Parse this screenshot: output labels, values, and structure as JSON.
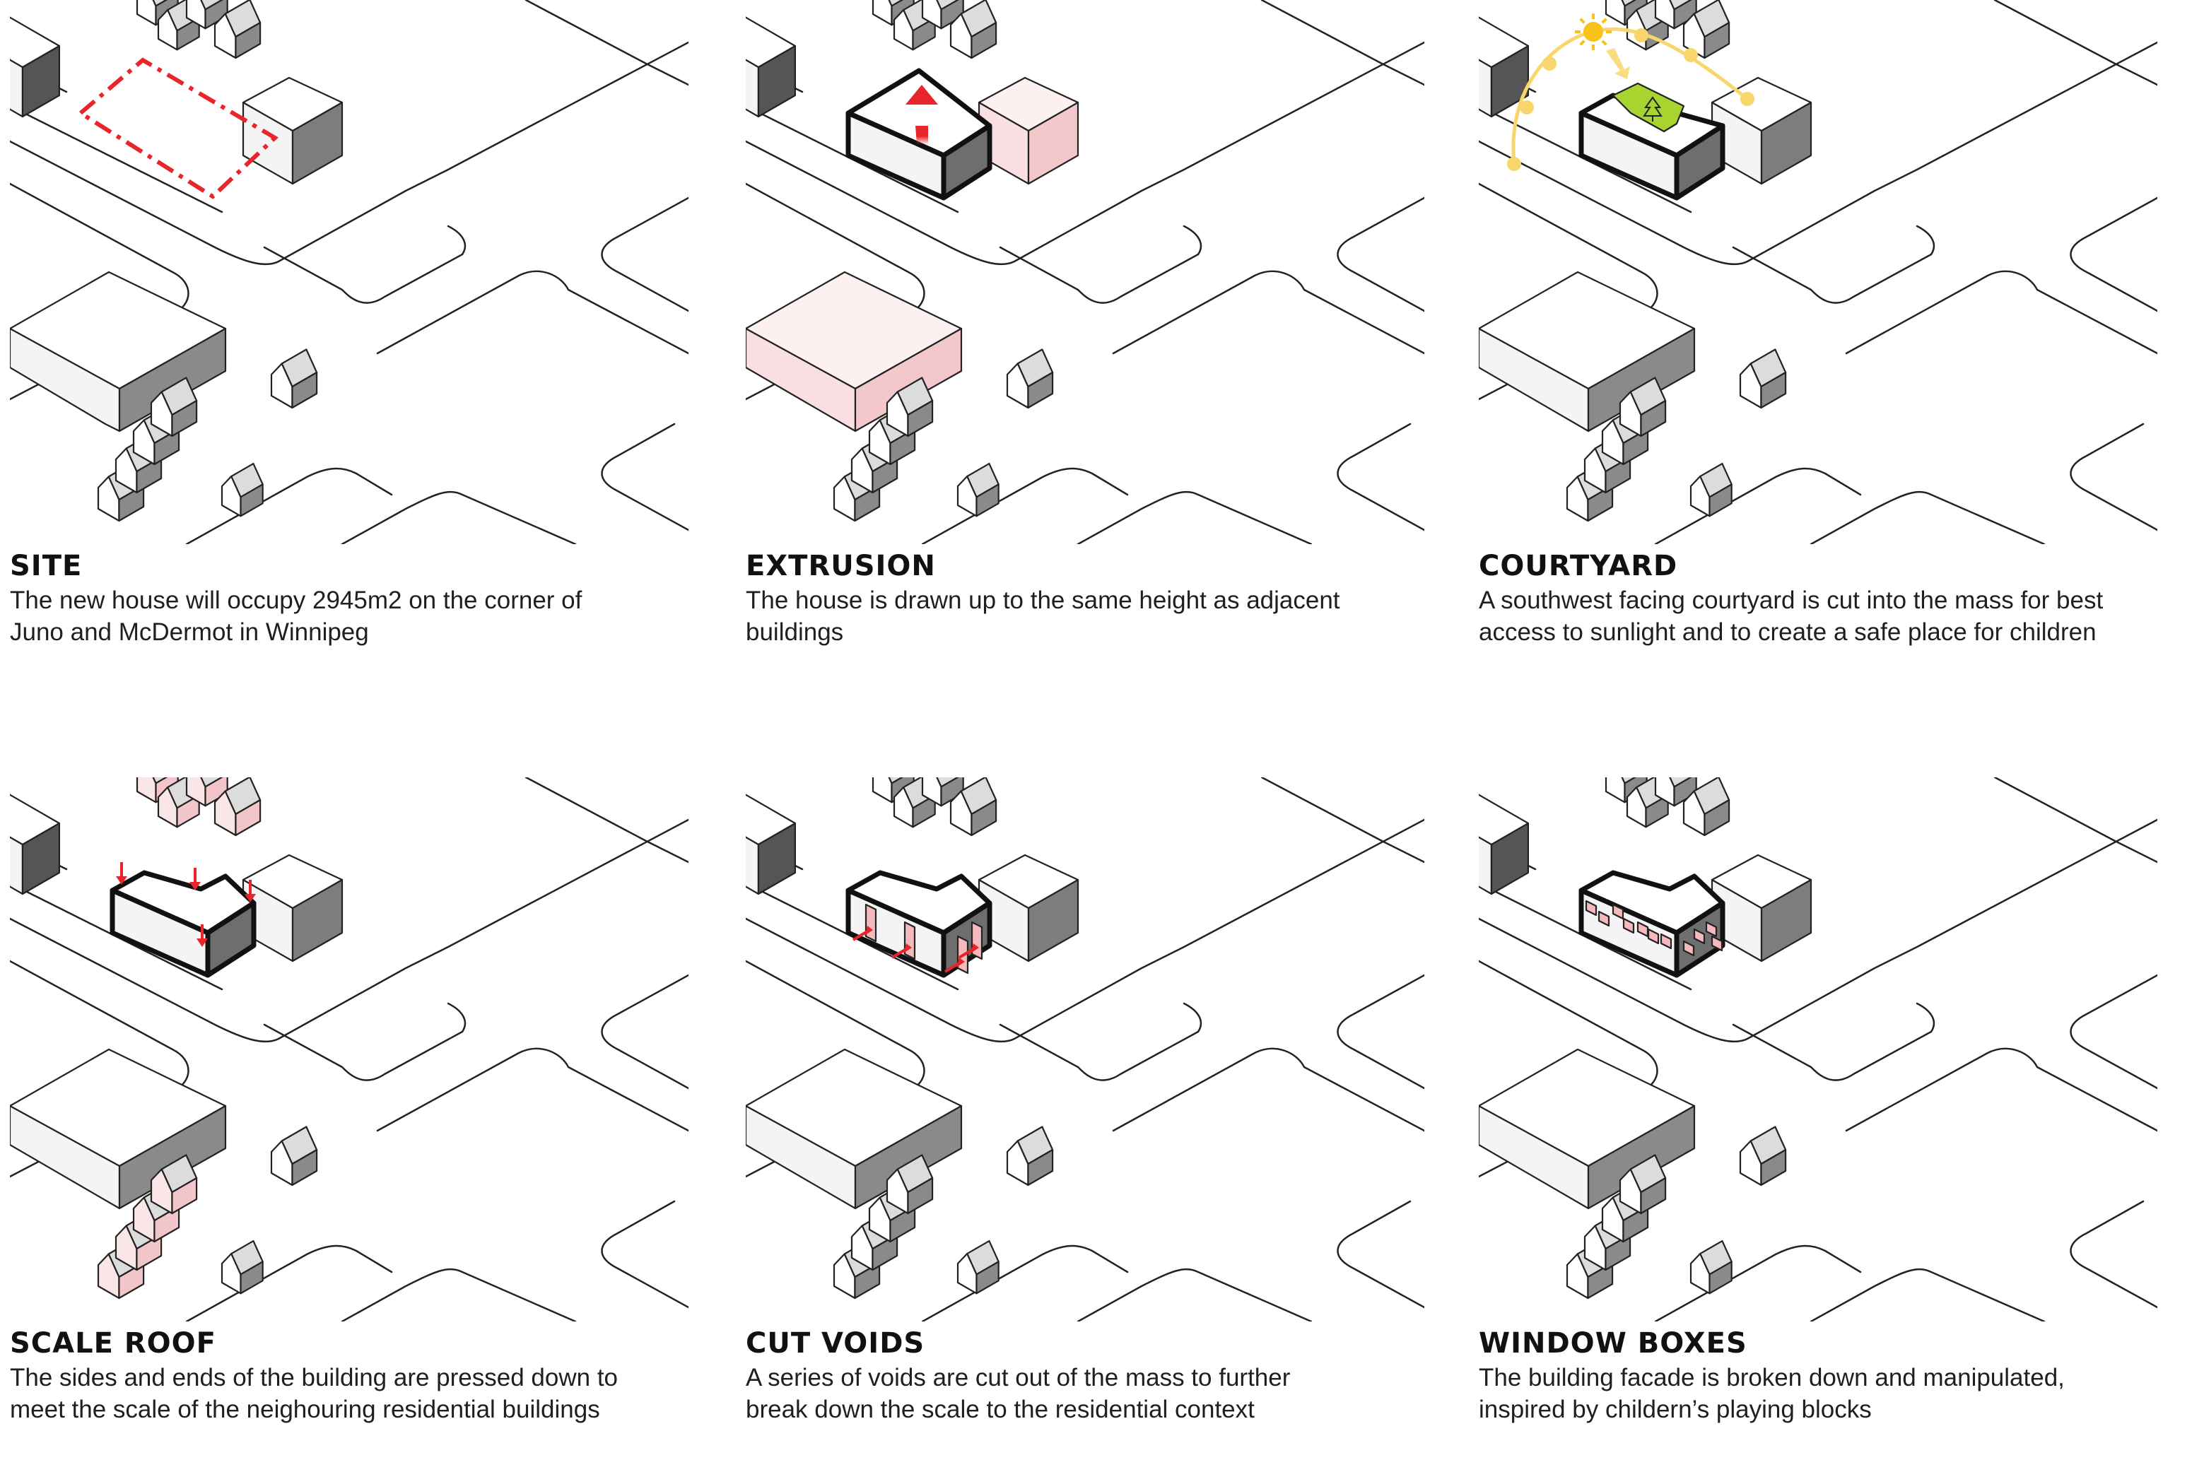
{
  "colors": {
    "outline": "#222222",
    "highlight_red": "#e8252a",
    "pink_face": "#f9dfe1",
    "courtyard_green": "#a8d430",
    "sun_yellow": "#f7c21a",
    "sun_path": "#f9d66b"
  },
  "panels": [
    {
      "id": "site",
      "title": "SITE",
      "lines": [
        "The new house will occupy 2945m2 on the corner of",
        "Juno and McDermot in Winnipeg"
      ]
    },
    {
      "id": "extrusion",
      "title": "EXTRUSION",
      "lines": [
        "The house is drawn up to the same height as adjacent",
        "buildings"
      ]
    },
    {
      "id": "courtyard",
      "title": "COURTYARD",
      "lines": [
        "A southwest facing courtyard is cut into the mass for best",
        "access to sunlight and to create a safe place for children"
      ]
    },
    {
      "id": "scale-roof",
      "title": "SCALE ROOF",
      "lines": [
        "The sides and ends of the building are pressed down to",
        "meet the scale of the neighouring residential buildings"
      ]
    },
    {
      "id": "cut-voids",
      "title": "CUT VOIDS",
      "lines": [
        "A series of voids are cut out of the mass to further",
        "break down the scale to the residential context"
      ]
    },
    {
      "id": "window-boxes",
      "title": "WINDOW BOXES",
      "lines": [
        "The building facade is broken down and manipulated,",
        "inspired by childern’s playing blocks"
      ]
    }
  ],
  "icons": [
    "up-arrow-icon",
    "sun-icon",
    "tree-icon",
    "down-arrow-icon",
    "void-arrow-icon"
  ]
}
